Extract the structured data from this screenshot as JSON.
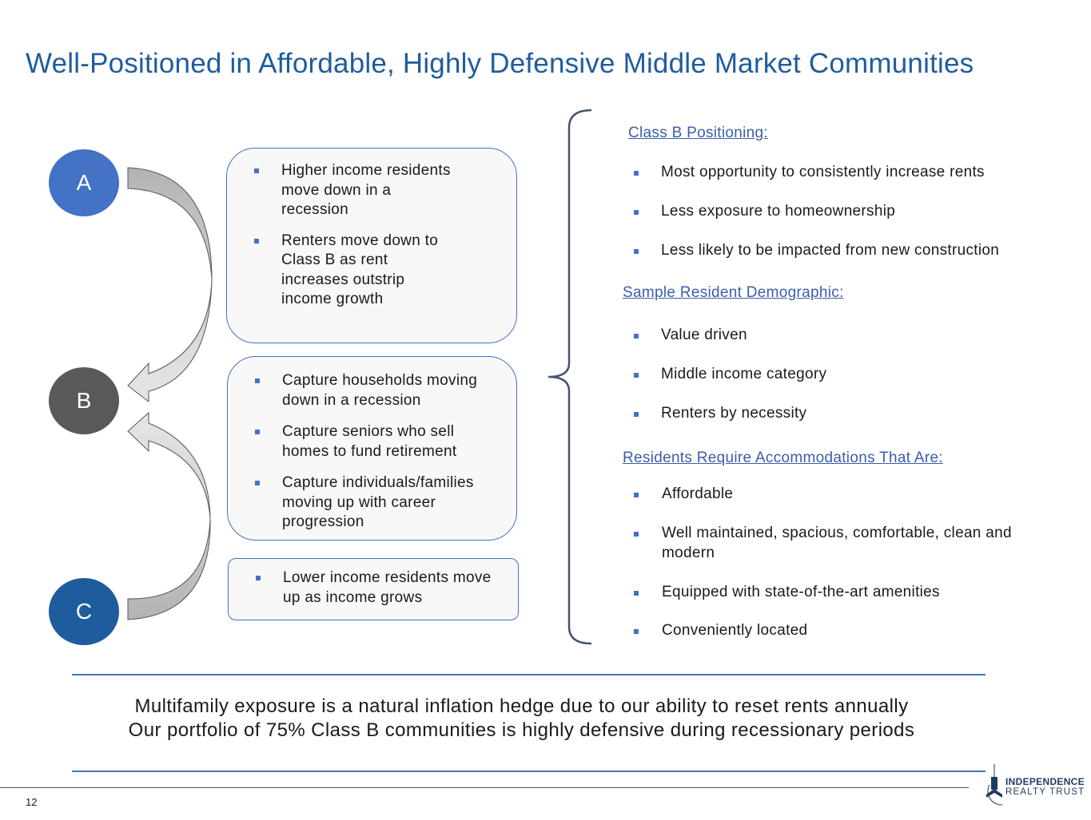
{
  "title": "Well-Positioned in Affordable, Highly Defensive Middle Market Communities",
  "circles": [
    {
      "label": "A",
      "color": "#4472c4"
    },
    {
      "label": "B",
      "color": "#595959"
    },
    {
      "label": "C",
      "color": "#1f5c9e"
    }
  ],
  "boxes": [
    {
      "items": [
        "Higher income residents move down in a recession",
        "Renters move down to Class B as rent increases outstrip income growth"
      ]
    },
    {
      "items": [
        "Capture households moving down in a recession",
        "Capture seniors who sell homes to fund retirement",
        "Capture individuals/families moving up with career progression"
      ]
    },
    {
      "items": [
        "Lower income residents move up as income grows"
      ]
    }
  ],
  "sections": [
    {
      "heading": "Class B Positioning:",
      "items": [
        "Most opportunity to consistently increase rents",
        "Less exposure to homeownership",
        "Less likely to be impacted from new construction"
      ]
    },
    {
      "heading": "Sample Resident Demographic:",
      "items": [
        "Value driven",
        "Middle income category",
        "Renters by necessity"
      ]
    },
    {
      "heading": "Residents Require Accommodations That Are:",
      "items": [
        "Affordable",
        "Well maintained, spacious, comfortable, clean and modern",
        "Equipped with state-of-the-art amenities",
        "Conveniently located"
      ]
    }
  ],
  "footer": [
    "Multifamily exposure is a natural inflation hedge due to our ability to reset rents annually",
    "Our portfolio of 75% Class B communities is highly defensive during recessionary periods"
  ],
  "page_number": "12",
  "logo": {
    "line1": "INDEPENDENCE",
    "line2": "REALTY TRUST"
  }
}
